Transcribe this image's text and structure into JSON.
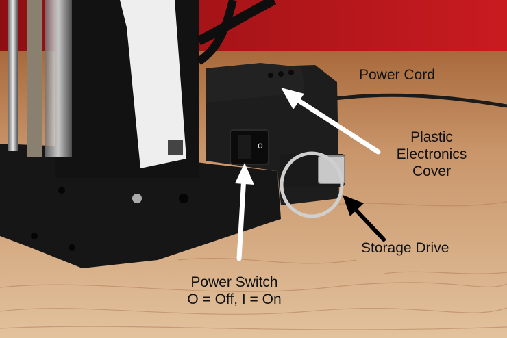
{
  "labels": {
    "power_cord": "Power Cord",
    "electronics_cover": [
      "Plastic",
      "Electronics",
      "Cover"
    ],
    "storage_drive": "Storage Drive",
    "power_switch": [
      "Power Switch",
      "O = Off, I = On"
    ]
  },
  "colors": {
    "arrow_white": "#ffffff",
    "arrow_black": "#000000",
    "wood": "#c9a074",
    "wall_red": "#b8161b",
    "printer_body": "#141414"
  }
}
